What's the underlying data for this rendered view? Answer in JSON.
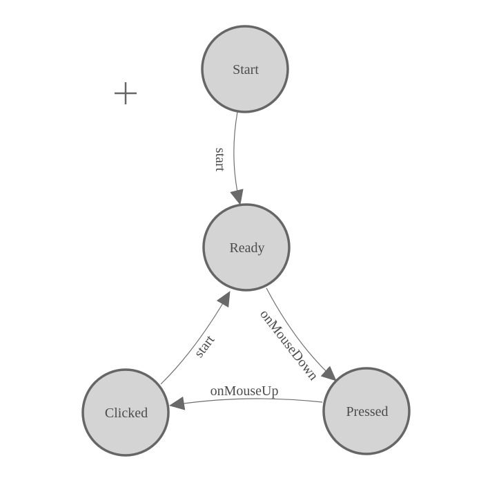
{
  "diagram": {
    "type": "state-machine",
    "colors": {
      "background": "#ffffff",
      "node_fill": "#d4d4d4",
      "node_stroke": "#666666",
      "edge_stroke": "#6e6e6e",
      "label_text": "#4c4c4c",
      "crosshair": "#666666"
    },
    "nodes": [
      {
        "id": "start",
        "label": "Start"
      },
      {
        "id": "ready",
        "label": "Ready"
      },
      {
        "id": "clicked",
        "label": "Clicked"
      },
      {
        "id": "pressed",
        "label": "Pressed"
      }
    ],
    "edges": [
      {
        "from": "Start",
        "to": "Ready",
        "label": "start"
      },
      {
        "from": "Clicked",
        "to": "Ready",
        "label": "start"
      },
      {
        "from": "Ready",
        "to": "Pressed",
        "label": "onMouseDown"
      },
      {
        "from": "Pressed",
        "to": "Clicked",
        "label": "onMouseUp"
      }
    ]
  }
}
